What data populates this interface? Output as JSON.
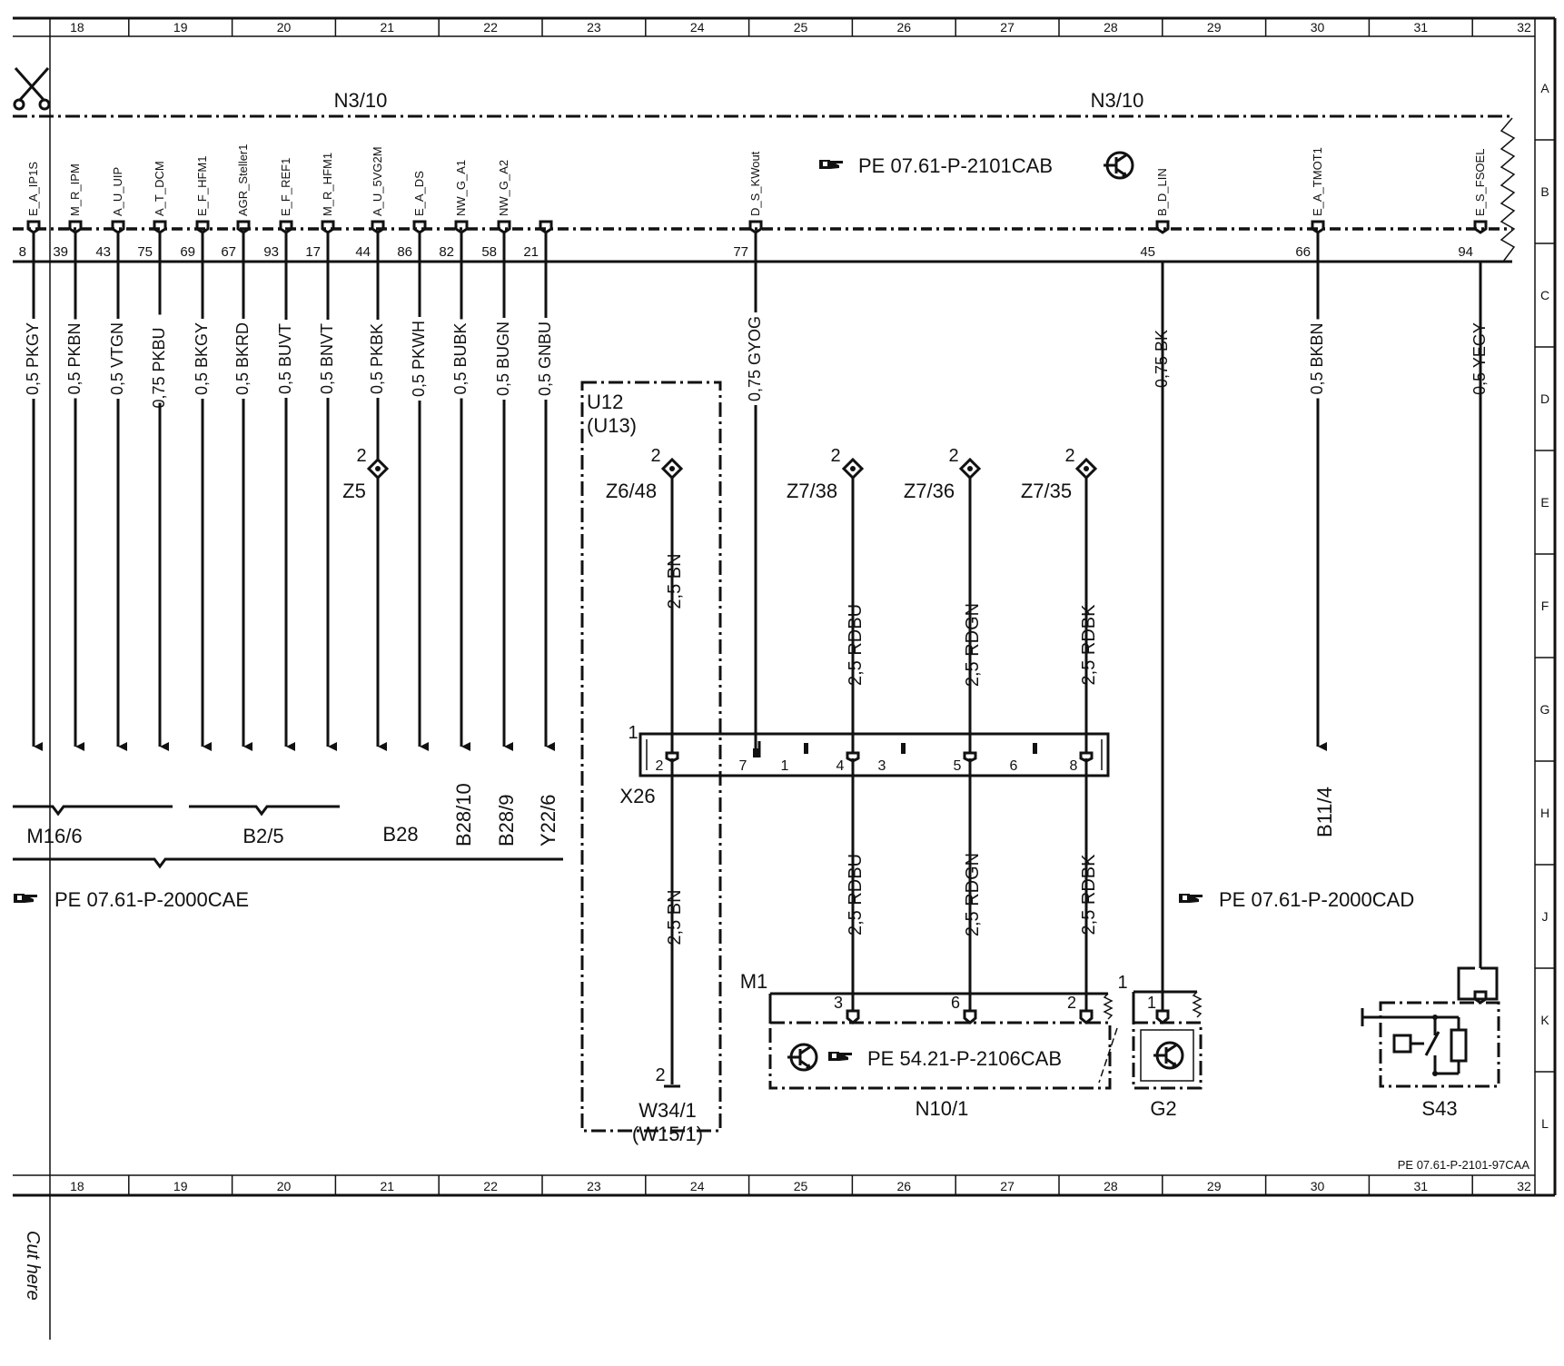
{
  "frame": {
    "columns": [
      "18",
      "19",
      "20",
      "21",
      "22",
      "23",
      "24",
      "25",
      "26",
      "27",
      "28",
      "29",
      "30",
      "31",
      "32"
    ],
    "rows": [
      "A",
      "B",
      "C",
      "D",
      "E",
      "F",
      "G",
      "H",
      "J",
      "K",
      "L"
    ],
    "doc_id": "PE 07.61-P-2101-97CAA",
    "cut_label": "Cut here"
  },
  "control_unit": {
    "left_label": "N3/10",
    "right_label": "N3/10",
    "reference": "PE 07.61-P-2101CAB"
  },
  "pins": [
    {
      "signal": "E_A_IP1S",
      "pin": "8",
      "wire": "0,5 PKGY"
    },
    {
      "signal": "M_R_IPM",
      "pin": "39",
      "wire": "0,5 PKBN"
    },
    {
      "signal": "A_U_UIP",
      "pin": "43",
      "wire": "0,5 VTGN"
    },
    {
      "signal": "A_T_DCM",
      "pin": "75",
      "wire": "0,75 PKBU"
    },
    {
      "signal": "E_F_HFM1",
      "pin": "69",
      "wire": "0,5 BKGY"
    },
    {
      "signal": "AGR_Steller1",
      "pin": "67",
      "wire": "0,5 BKRD"
    },
    {
      "signal": "E_F_REF1",
      "pin": "93",
      "wire": "0,5 BUVT"
    },
    {
      "signal": "M_R_HFM1",
      "pin": "17",
      "wire": "0,5 BNVT"
    },
    {
      "signal": "A_U_5VG2M",
      "pin": "44",
      "wire": "0,5 PKBK"
    },
    {
      "signal": "E_A_DS",
      "pin": "86",
      "wire": "0,5 PKWH"
    },
    {
      "signal": "NW_G_A1",
      "pin": "82",
      "wire": "0,5 BUBK"
    },
    {
      "signal": "NW_G_A2",
      "pin": "58",
      "wire": "0,5 BUGN"
    },
    {
      "signal": "",
      "pin": "21",
      "wire": "0,5 GNBU"
    },
    {
      "signal": "D_S_KWout",
      "pin": "77",
      "wire": "0,75 GYOG"
    },
    {
      "signal": "B_D_LIN",
      "pin": "45",
      "wire": "0,75 BK"
    },
    {
      "signal": "E_A_TMOT1",
      "pin": "66",
      "wire": "0,5 BKBN"
    },
    {
      "signal": "E_S_FSOEL",
      "pin": "94",
      "wire": "0,5 YEGY"
    }
  ],
  "bottom_components": {
    "m16_6": "M16/6",
    "b2_5": "B2/5",
    "b28": "B28",
    "b28_10": "B28/10",
    "b28_9": "B28/9",
    "y22_6": "Y22/6",
    "b11_4": "B11/4",
    "ref_left": "PE 07.61-P-2000CAE",
    "ref_right": "PE 07.61-P-2000CAD"
  },
  "splices": [
    {
      "pin": "2",
      "label": "Z5"
    },
    {
      "pin": "2",
      "label": "Z6/48"
    },
    {
      "pin": "2",
      "label": "Z7/38"
    },
    {
      "pin": "2",
      "label": "Z7/36"
    },
    {
      "pin": "2",
      "label": "Z7/35"
    }
  ],
  "harness": {
    "label": "U12",
    "alt": "(U13)"
  },
  "connector_x26": {
    "label": "X26",
    "pin1": "1",
    "pins": [
      "2",
      "7",
      "1",
      "4",
      "3",
      "5",
      "6",
      "8"
    ]
  },
  "wires_mid": {
    "bn_upper": "2,5 BN",
    "bn_lower": "2,5 BN",
    "rdbu_upper": "2,5 RDBU",
    "rdgn_upper": "2,5 RDGN",
    "rdbk_upper": "2,5 RDBK",
    "rdbu_lower": "2,5 RDBU",
    "rdgn_lower": "2,5 RDGN",
    "rdbk_lower": "2,5 RDBK"
  },
  "ground": {
    "pin": "2",
    "label": "W34/1",
    "alt": "(W15/1)"
  },
  "n10_1": {
    "label": "N10/1",
    "m1": "M1",
    "pins": [
      "3",
      "6",
      "2"
    ],
    "reference": "PE 54.21-P-2106CAB"
  },
  "g2": {
    "label": "G2",
    "pin": "1",
    "pin_outer": "1"
  },
  "s43": {
    "label": "S43"
  }
}
